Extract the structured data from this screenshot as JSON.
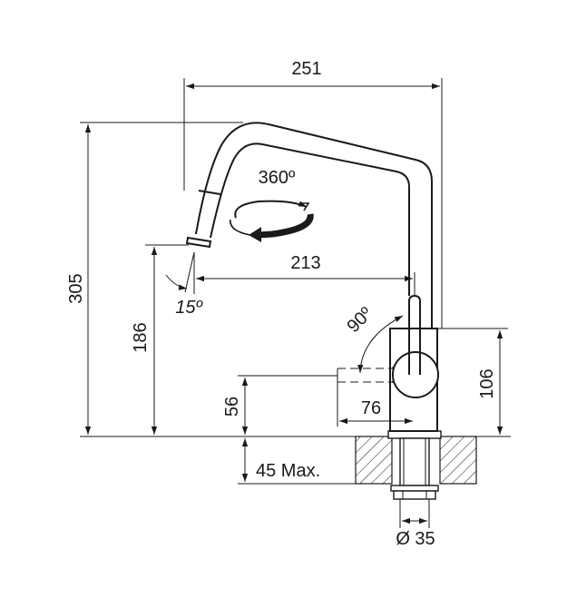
{
  "dimensions": {
    "overall_width": "251",
    "overall_height": "305",
    "spout_reach": "213",
    "spout_height": "186",
    "lever_height": "106",
    "lever_reach": "76",
    "lever_base_height": "56",
    "mount_thickness": "45 Max.",
    "hole_diameter": "Ø 35"
  },
  "angles": {
    "spray_head_rotation": "360º",
    "spray_tilt": "15º",
    "lever_rotation": "90º"
  },
  "colors": {
    "line": "#1a1a1a",
    "background": "#ffffff"
  }
}
